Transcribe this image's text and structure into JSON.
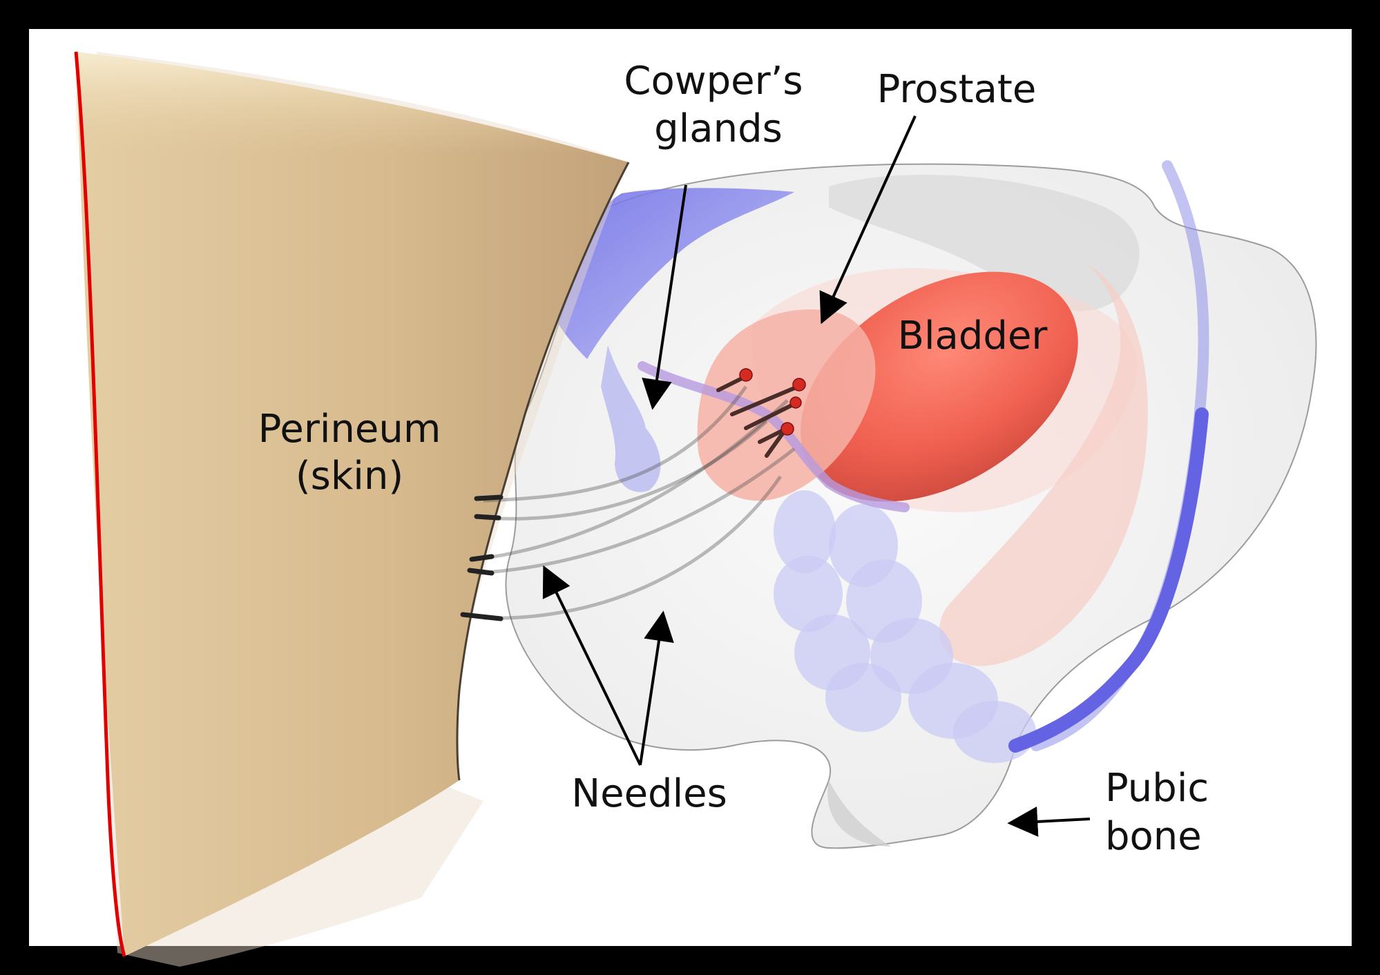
{
  "labels": {
    "cowpers_line1": "Cowper’s",
    "cowpers_line2": "glands",
    "prostate": "Prostate",
    "bladder": "Bladder",
    "perineum_line1": "Perineum",
    "perineum_line2": "(skin)",
    "needles": "Needles",
    "pubic_line1": "Pubic",
    "pubic_line2": "bone"
  },
  "colors": {
    "background": "#000000",
    "panel": "#ffffff",
    "skin": "#dcbf94",
    "skin_edge": "#e00000",
    "bladder": "#f0685a",
    "prostate": "#f6b9ae",
    "glands": "#7d7df0",
    "bone": "#e8e8e8",
    "needle": "#2a2a2a",
    "seed": "#d42a20"
  }
}
